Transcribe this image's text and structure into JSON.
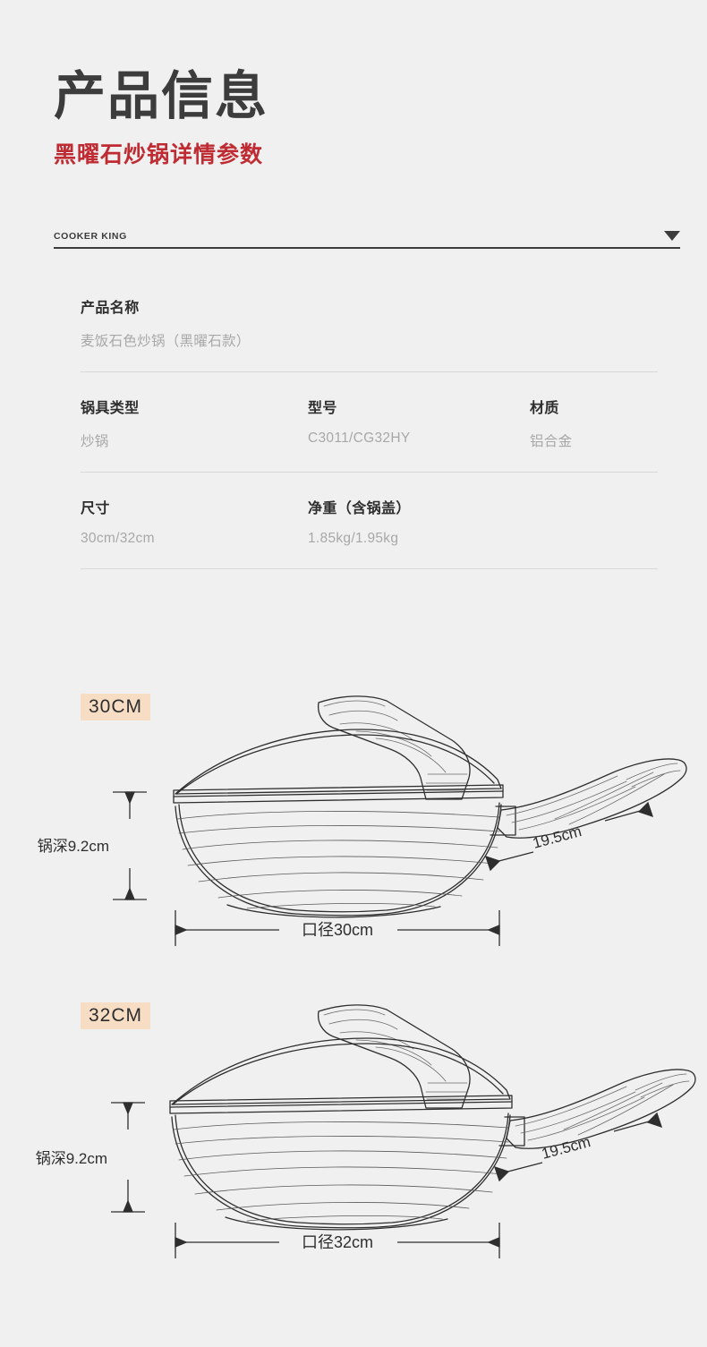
{
  "header": {
    "title": "产品信息",
    "subtitle": "黑曜石炒锅详情参数"
  },
  "brand": {
    "name": "COOKER KING",
    "caret_icon": "chevron-down-icon"
  },
  "specs": {
    "rows": [
      {
        "cells": [
          {
            "label": "产品名称",
            "value": "麦饭石色炒锅（黑曜石款）"
          }
        ]
      },
      {
        "cells": [
          {
            "label": "锅具类型",
            "value": "炒锅"
          },
          {
            "label": "型号",
            "value": "C3011/CG32HY"
          },
          {
            "label": "材质",
            "value": "铝合金"
          }
        ]
      },
      {
        "cells": [
          {
            "label": "尺寸",
            "value": "30cm/32cm"
          },
          {
            "label": "净重（含锅盖）",
            "value": "1.85kg/1.95kg"
          }
        ]
      }
    ]
  },
  "diagrams": [
    {
      "badge": "30CM",
      "depth_label": "锅深9.2cm",
      "handle_label": "19.5cm",
      "diameter_label": "口径30cm"
    },
    {
      "badge": "32CM",
      "depth_label": "锅深9.2cm",
      "handle_label": "19.5cm",
      "diameter_label": "口径32cm"
    }
  ],
  "colors": {
    "background": "#f0f0f0",
    "title": "#3c3c3c",
    "subtitle_red": "#bf2b32",
    "badge_bg": "#f6ddc3",
    "divider": "#d9d9d9",
    "line_art": "#2e2e2e"
  }
}
